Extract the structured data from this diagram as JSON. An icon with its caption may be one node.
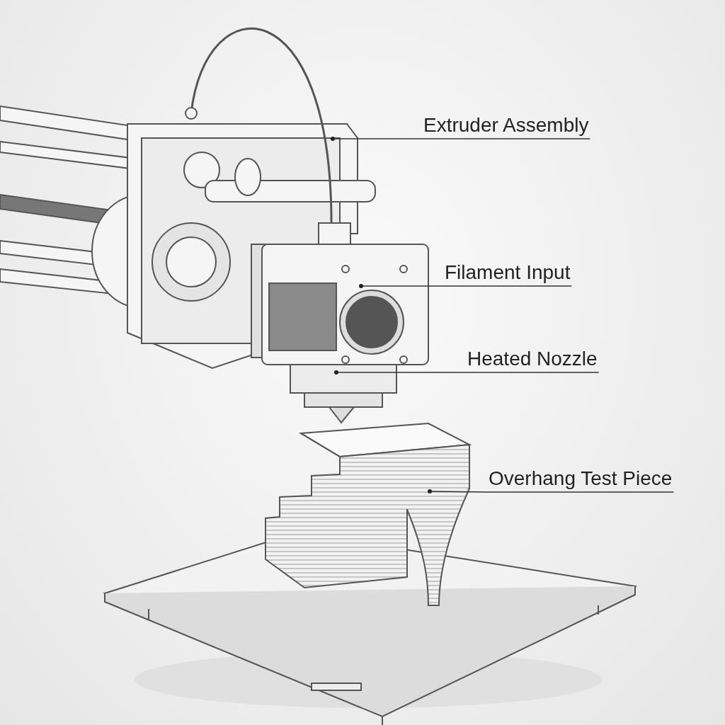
{
  "diagram": {
    "nodes": [
      {
        "text": [
          "Extruder Assembly"
        ]
      },
      {
        "text": [
          "Filament Input"
        ]
      },
      {
        "text": [
          "Heated Nozzle"
        ]
      },
      {
        "text": [
          "Overhang Test Piece"
        ]
      }
    ],
    "edges": [
      {
        "from": 0,
        "to": null,
        "arrow": "other"
      },
      {
        "from": 1,
        "to": null,
        "arrow": "other"
      },
      {
        "from": 2,
        "to": null,
        "arrow": "other"
      },
      {
        "from": 3,
        "to": null,
        "arrow": "other"
      }
    ]
  }
}
